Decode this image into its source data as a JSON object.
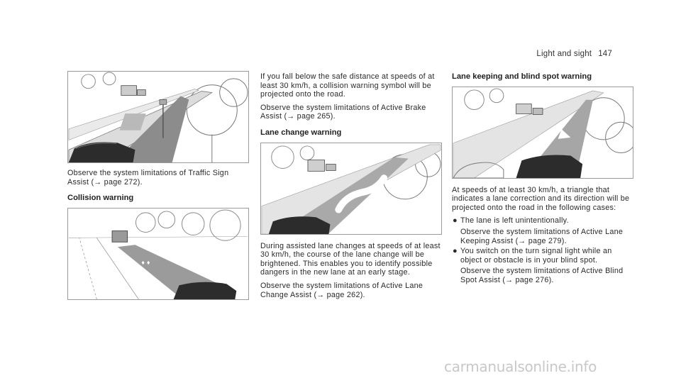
{
  "header": {
    "section": "Light and sight",
    "page_number": "147"
  },
  "column1": {
    "traffic_sign_text": "Observe the system limitations of Traffic Sign Assist (→ page 272).",
    "collision_heading": "Collision warning"
  },
  "column2": {
    "collision_text_1": "If you fall below the safe distance at speeds of at least 30 km/h, a collision warning symbol will be projected onto the road.",
    "collision_text_2": "Observe the system limitations of Active Brake Assist (→ page 265).",
    "lane_change_heading": "Lane change warning",
    "lane_change_text_1": "During assisted lane changes at speeds of at least 30 km/h, the course of the lane change will be brightened. This enables you to identify possible dangers in the new lane at an early stage.",
    "lane_change_text_2": "Observe the system limitations of Active Lane Change Assist (→ page 262)."
  },
  "column3": {
    "lane_keeping_heading": "Lane keeping and blind spot warning",
    "intro_text": "At speeds of at least 30 km/h, a triangle that indicates a lane correction and its direction will be projected onto the road in the following cases:",
    "bullets": [
      {
        "text": "The lane is left unintentionally.",
        "sub": "Observe the system limitations of Active Lane Keeping Assist (→ page 279)."
      },
      {
        "text": "You switch on the turn signal light while an object or obstacle is in your blind spot.",
        "sub": "Observe the system limitations of Active Blind Spot Assist (→ page 276)."
      }
    ]
  },
  "watermark": "carmanualsonline.info"
}
